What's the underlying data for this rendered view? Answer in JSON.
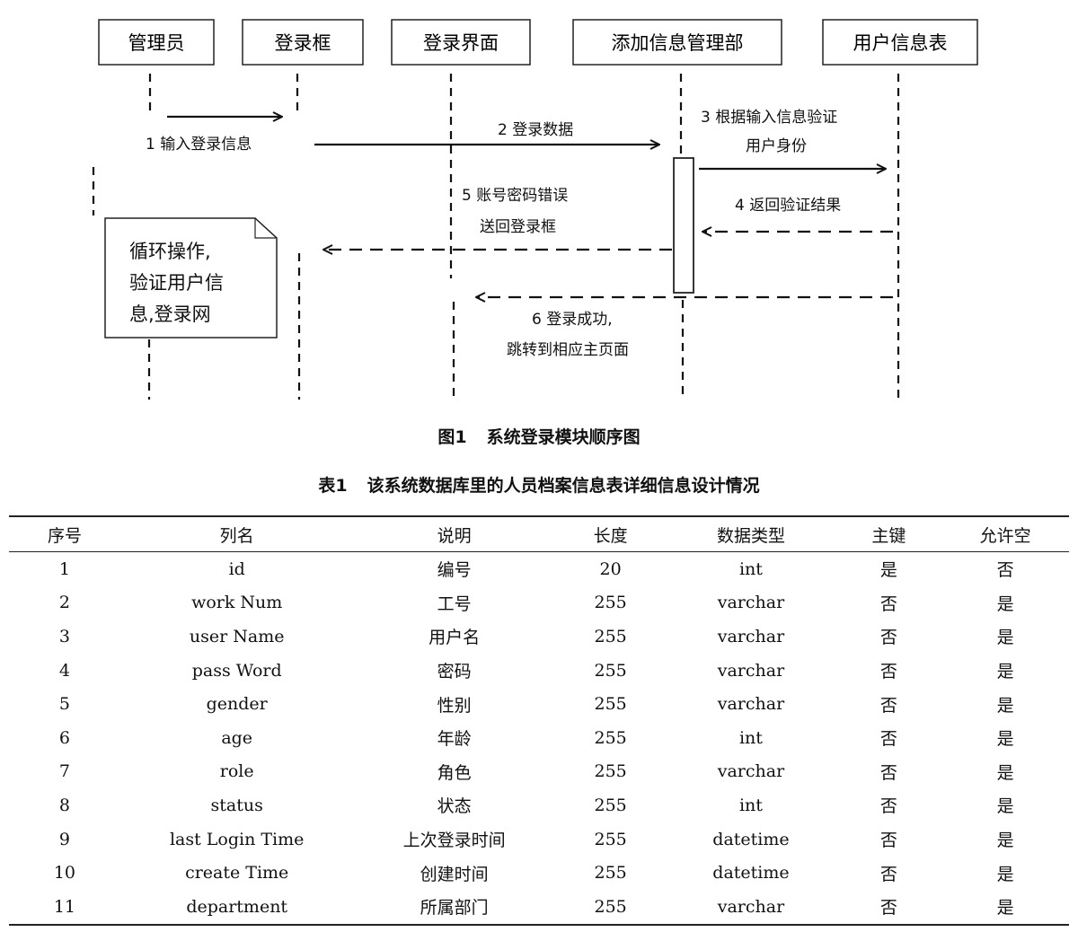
{
  "diagram": {
    "lifelines": [
      "管理员",
      "登录框",
      "登录界面",
      "添加信息管理部",
      "用户信息表"
    ],
    "messages": [
      {
        "id": "m1",
        "text": "1 输入登录信息"
      },
      {
        "id": "m2",
        "text": "2 登录数据"
      },
      {
        "id": "m3",
        "lines": [
          "3 根据输入信息验证",
          "用户身份"
        ]
      },
      {
        "id": "m4",
        "text": "4 返回验证结果"
      },
      {
        "id": "m5",
        "lines": [
          "5 账号密码错误",
          "送回登录框"
        ]
      },
      {
        "id": "m6",
        "lines": [
          "6 登录成功,",
          "跳转到相应主页面"
        ]
      }
    ],
    "note": [
      "循环操作,",
      "验证用户信",
      "息,登录网"
    ]
  },
  "figure_caption": {
    "number": "图1",
    "title": "系统登录模块顺序图"
  },
  "table_caption": {
    "number": "表1",
    "title": "该系统数据库里的人员档案信息表详细信息设计情况"
  },
  "table": {
    "headers": [
      "序号",
      "列名",
      "说明",
      "长度",
      "数据类型",
      "主键",
      "允许空"
    ],
    "rows": [
      [
        "1",
        "id",
        "编号",
        "20",
        "int",
        "是",
        "否"
      ],
      [
        "2",
        "work Num",
        "工号",
        "255",
        "varchar",
        "否",
        "是"
      ],
      [
        "3",
        "user Name",
        "用户名",
        "255",
        "varchar",
        "否",
        "是"
      ],
      [
        "4",
        "pass Word",
        "密码",
        "255",
        "varchar",
        "否",
        "是"
      ],
      [
        "5",
        "gender",
        "性别",
        "255",
        "varchar",
        "否",
        "是"
      ],
      [
        "6",
        "age",
        "年龄",
        "255",
        "int",
        "否",
        "是"
      ],
      [
        "7",
        "role",
        "角色",
        "255",
        "varchar",
        "否",
        "是"
      ],
      [
        "8",
        "status",
        "状态",
        "255",
        "int",
        "否",
        "是"
      ],
      [
        "9",
        "last Login Time",
        "上次登录时间",
        "255",
        "datetime",
        "否",
        "是"
      ],
      [
        "10",
        "create Time",
        "创建时间",
        "255",
        "datetime",
        "否",
        "是"
      ],
      [
        "11",
        "department",
        "所属部门",
        "255",
        "varchar",
        "否",
        "是"
      ]
    ]
  }
}
